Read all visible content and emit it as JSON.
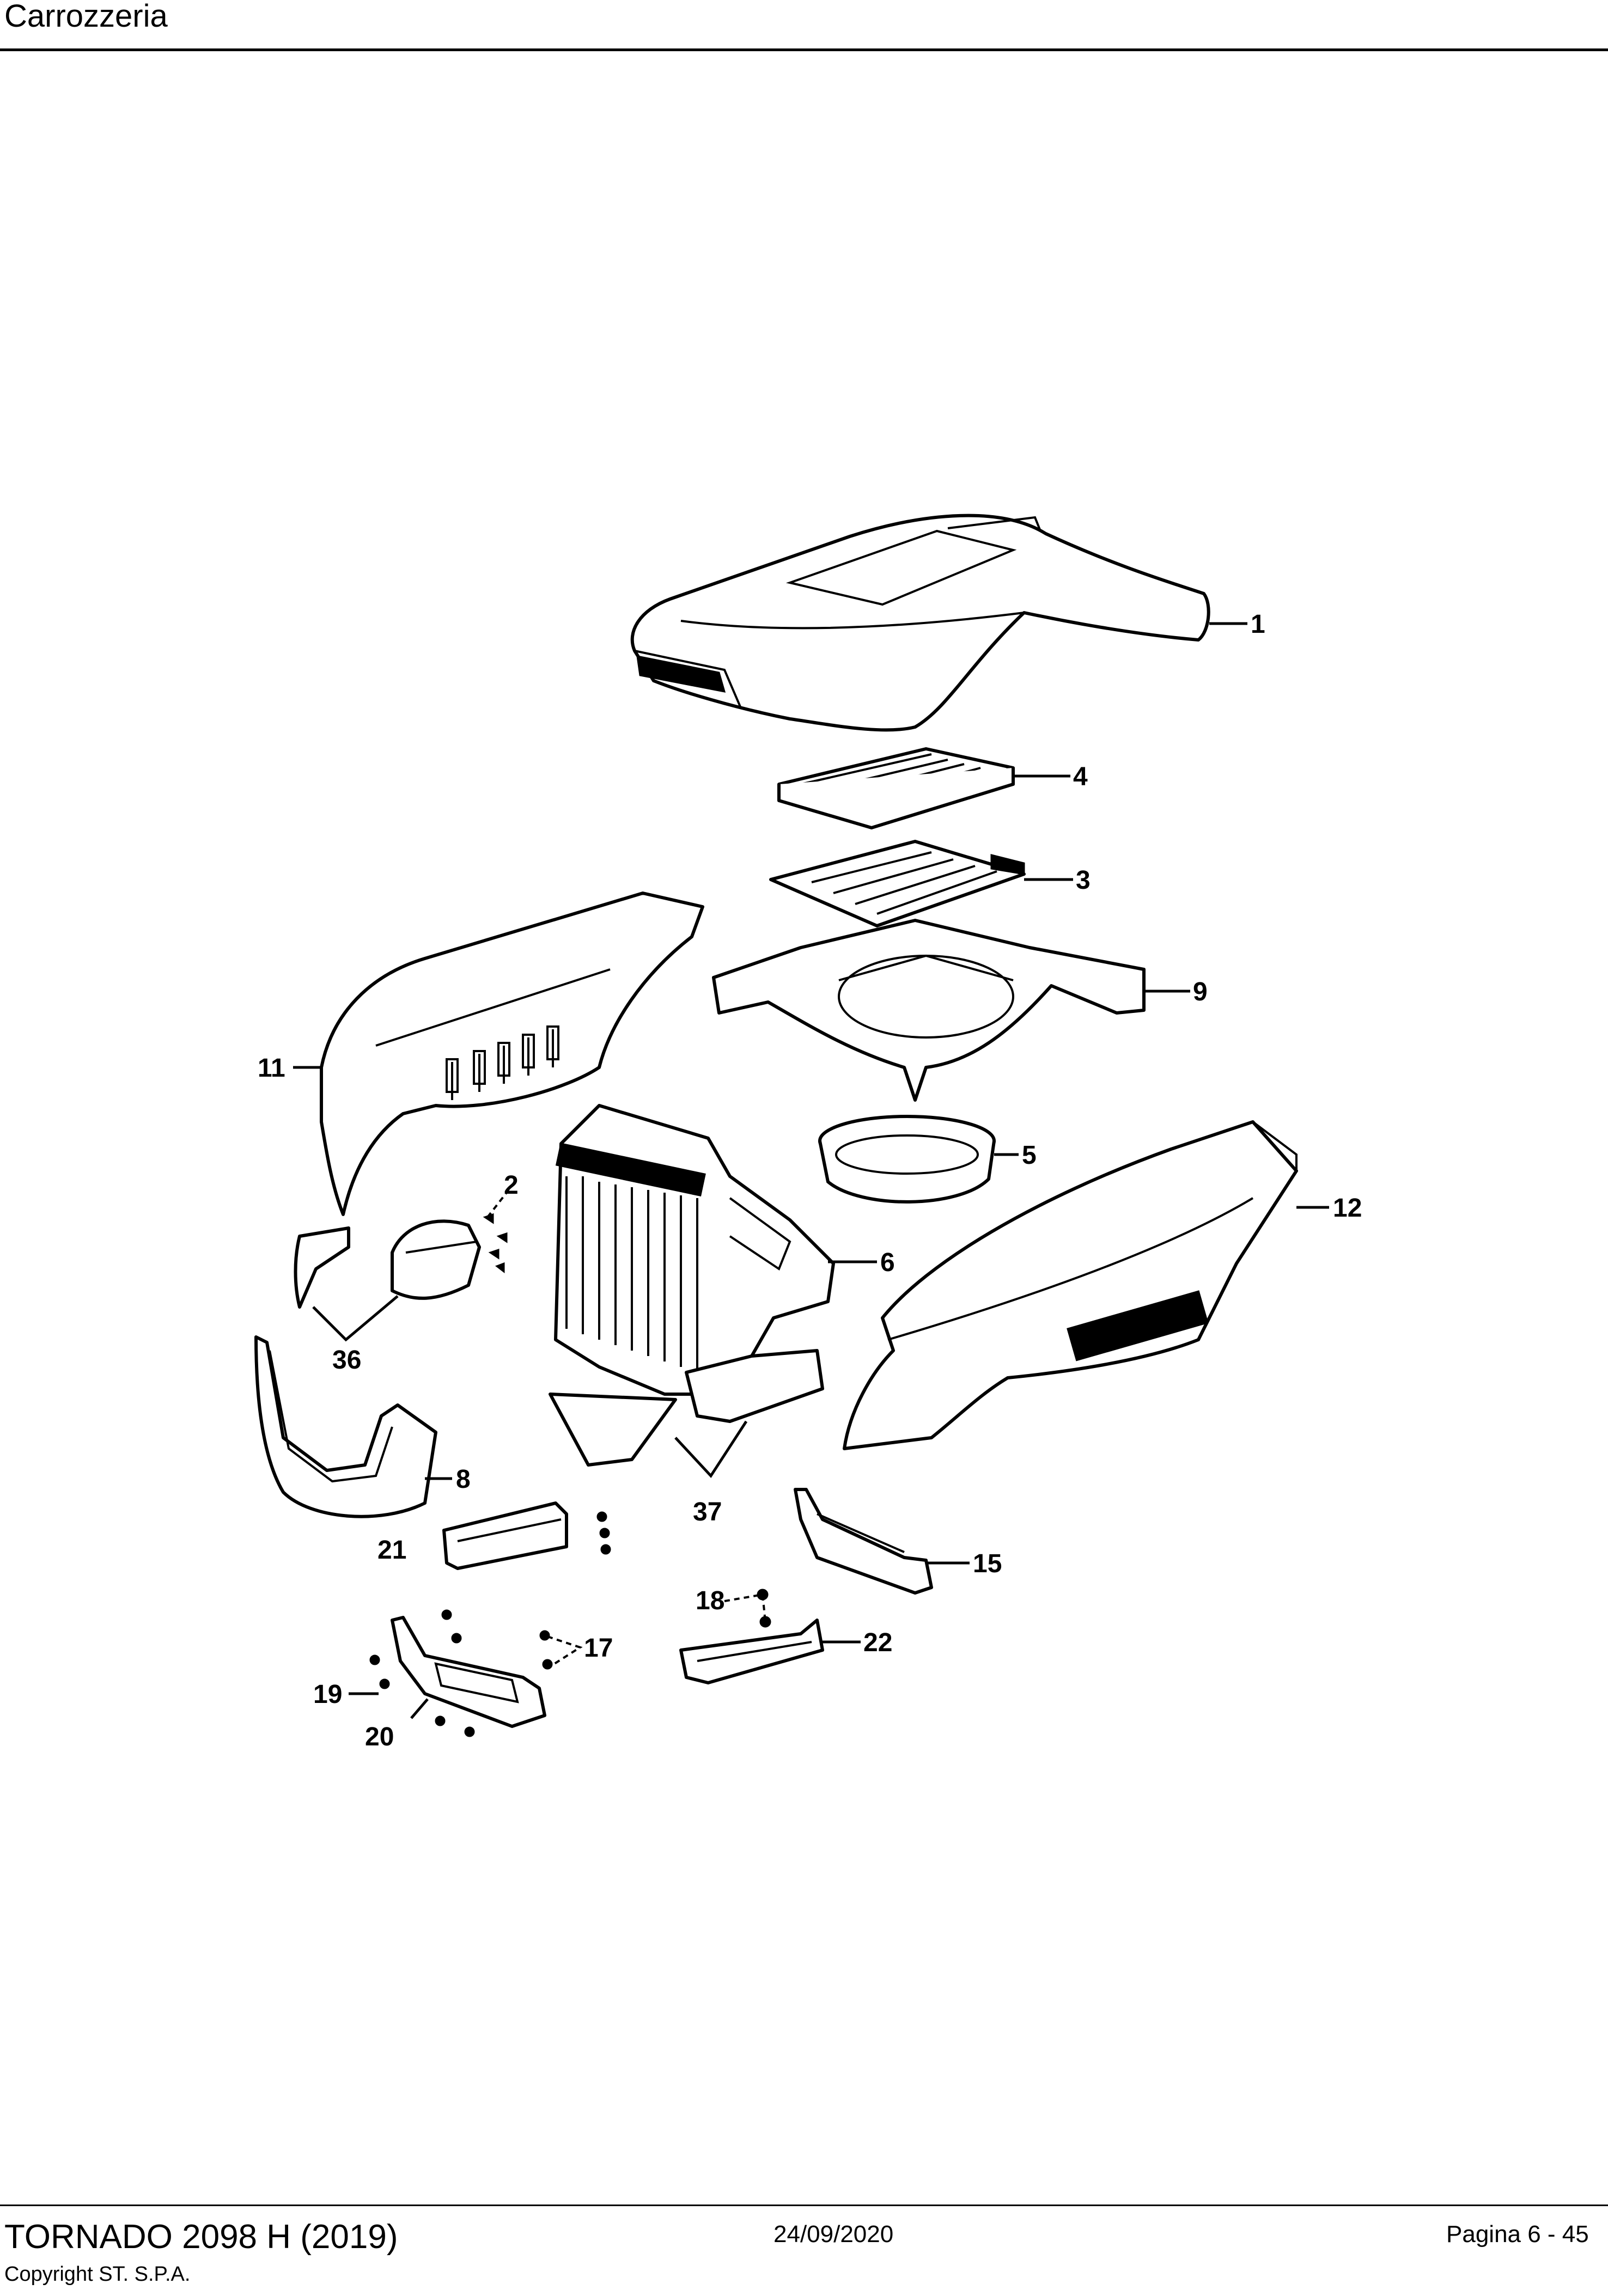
{
  "header": {
    "section_title": "Carrozzeria"
  },
  "footer": {
    "model": "TORNADO 2098 H (2019)",
    "copyright": "Copyright ST. S.P.A.",
    "date": "24/09/2020",
    "page": "Pagina 6 - 45"
  },
  "callouts": {
    "c1": "1",
    "c2": "2",
    "c3": "3",
    "c4": "4",
    "c5": "5",
    "c6": "6",
    "c8": "8",
    "c9": "9",
    "c11": "11",
    "c12": "12",
    "c15": "15",
    "c17": "17",
    "c18": "18",
    "c19": "19",
    "c20": "20",
    "c21": "21",
    "c22": "22",
    "c36": "36",
    "c37": "37"
  }
}
